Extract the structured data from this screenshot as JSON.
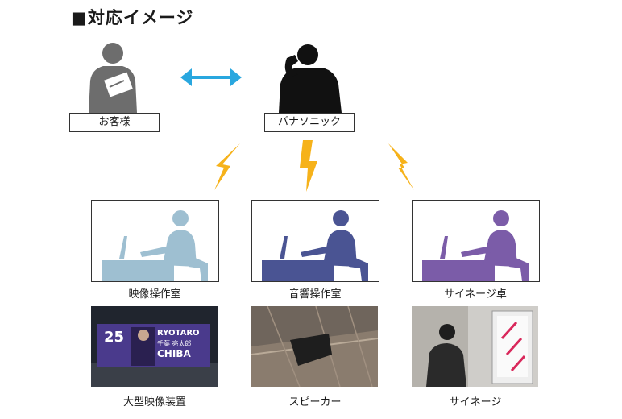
{
  "title": "■対応イメージ",
  "top": {
    "customer_label": "お客様",
    "panasonic_label": "パナソニック"
  },
  "rooms": [
    {
      "label": "映像操作室",
      "color": "#9ebfd1"
    },
    {
      "label": "音響操作室",
      "color": "#4a5493"
    },
    {
      "label": "サイネージ卓",
      "color": "#7b5ca8"
    }
  ],
  "photos": [
    {
      "label": "大型映像装置",
      "screen_text_1": "25",
      "screen_text_2": "RYOTARO",
      "screen_text_3": "CHIBA",
      "screen_text_4": "千葉 亮太郎"
    },
    {
      "label": "スピーカー"
    },
    {
      "label": "サイネージ"
    }
  ],
  "colors": {
    "arrow": "#29a7df",
    "bolt": "#f6b21a"
  }
}
